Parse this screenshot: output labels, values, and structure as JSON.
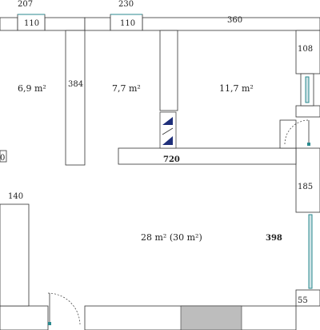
{
  "dimensions": {
    "top_left": "207",
    "top_mid": "230",
    "window_1": "110",
    "window_2": "110",
    "top_right": "360",
    "right_wall_upper": "108",
    "partition_1": "384",
    "corridor_length": "720",
    "right_mid": "185",
    "left_lower": "140",
    "living_depth": "398",
    "right_bottom": "55",
    "left_stub": "0"
  },
  "rooms": [
    {
      "area": "6,9 m²"
    },
    {
      "area": "7,7 m²"
    },
    {
      "area": "11,7 m²"
    },
    {
      "area": "28 m² (30 m²)"
    }
  ],
  "colors": {
    "walls": "#333333",
    "glass": "#2a8a8f",
    "stair_triangles": "#1f2f7a",
    "fireplace_gray": "#bdbdbd"
  }
}
